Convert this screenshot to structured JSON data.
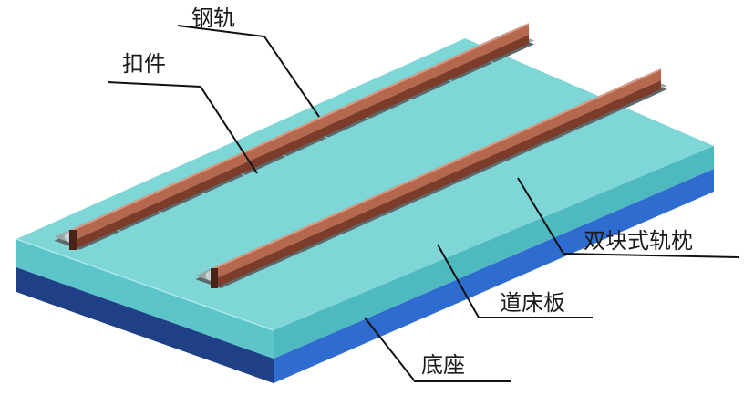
{
  "labels": {
    "rail": "钢轨",
    "fastener": "扣件",
    "sleeper": "双块式轨枕",
    "slab": "道床板",
    "base": "底座"
  },
  "colors": {
    "slab_top": "#7fd6d6",
    "slab_front": "#5cc5c9",
    "slab_side": "#4fb9c0",
    "base_front": "#3a78d8",
    "base_side": "#244fa0",
    "base_dark": "#1b2f66",
    "rail": "#b5684e",
    "rail_dark": "#7c3c2a",
    "fastener": "#9aa7a8",
    "fastener_dark": "#5c6a6c",
    "leader": "#111111"
  }
}
